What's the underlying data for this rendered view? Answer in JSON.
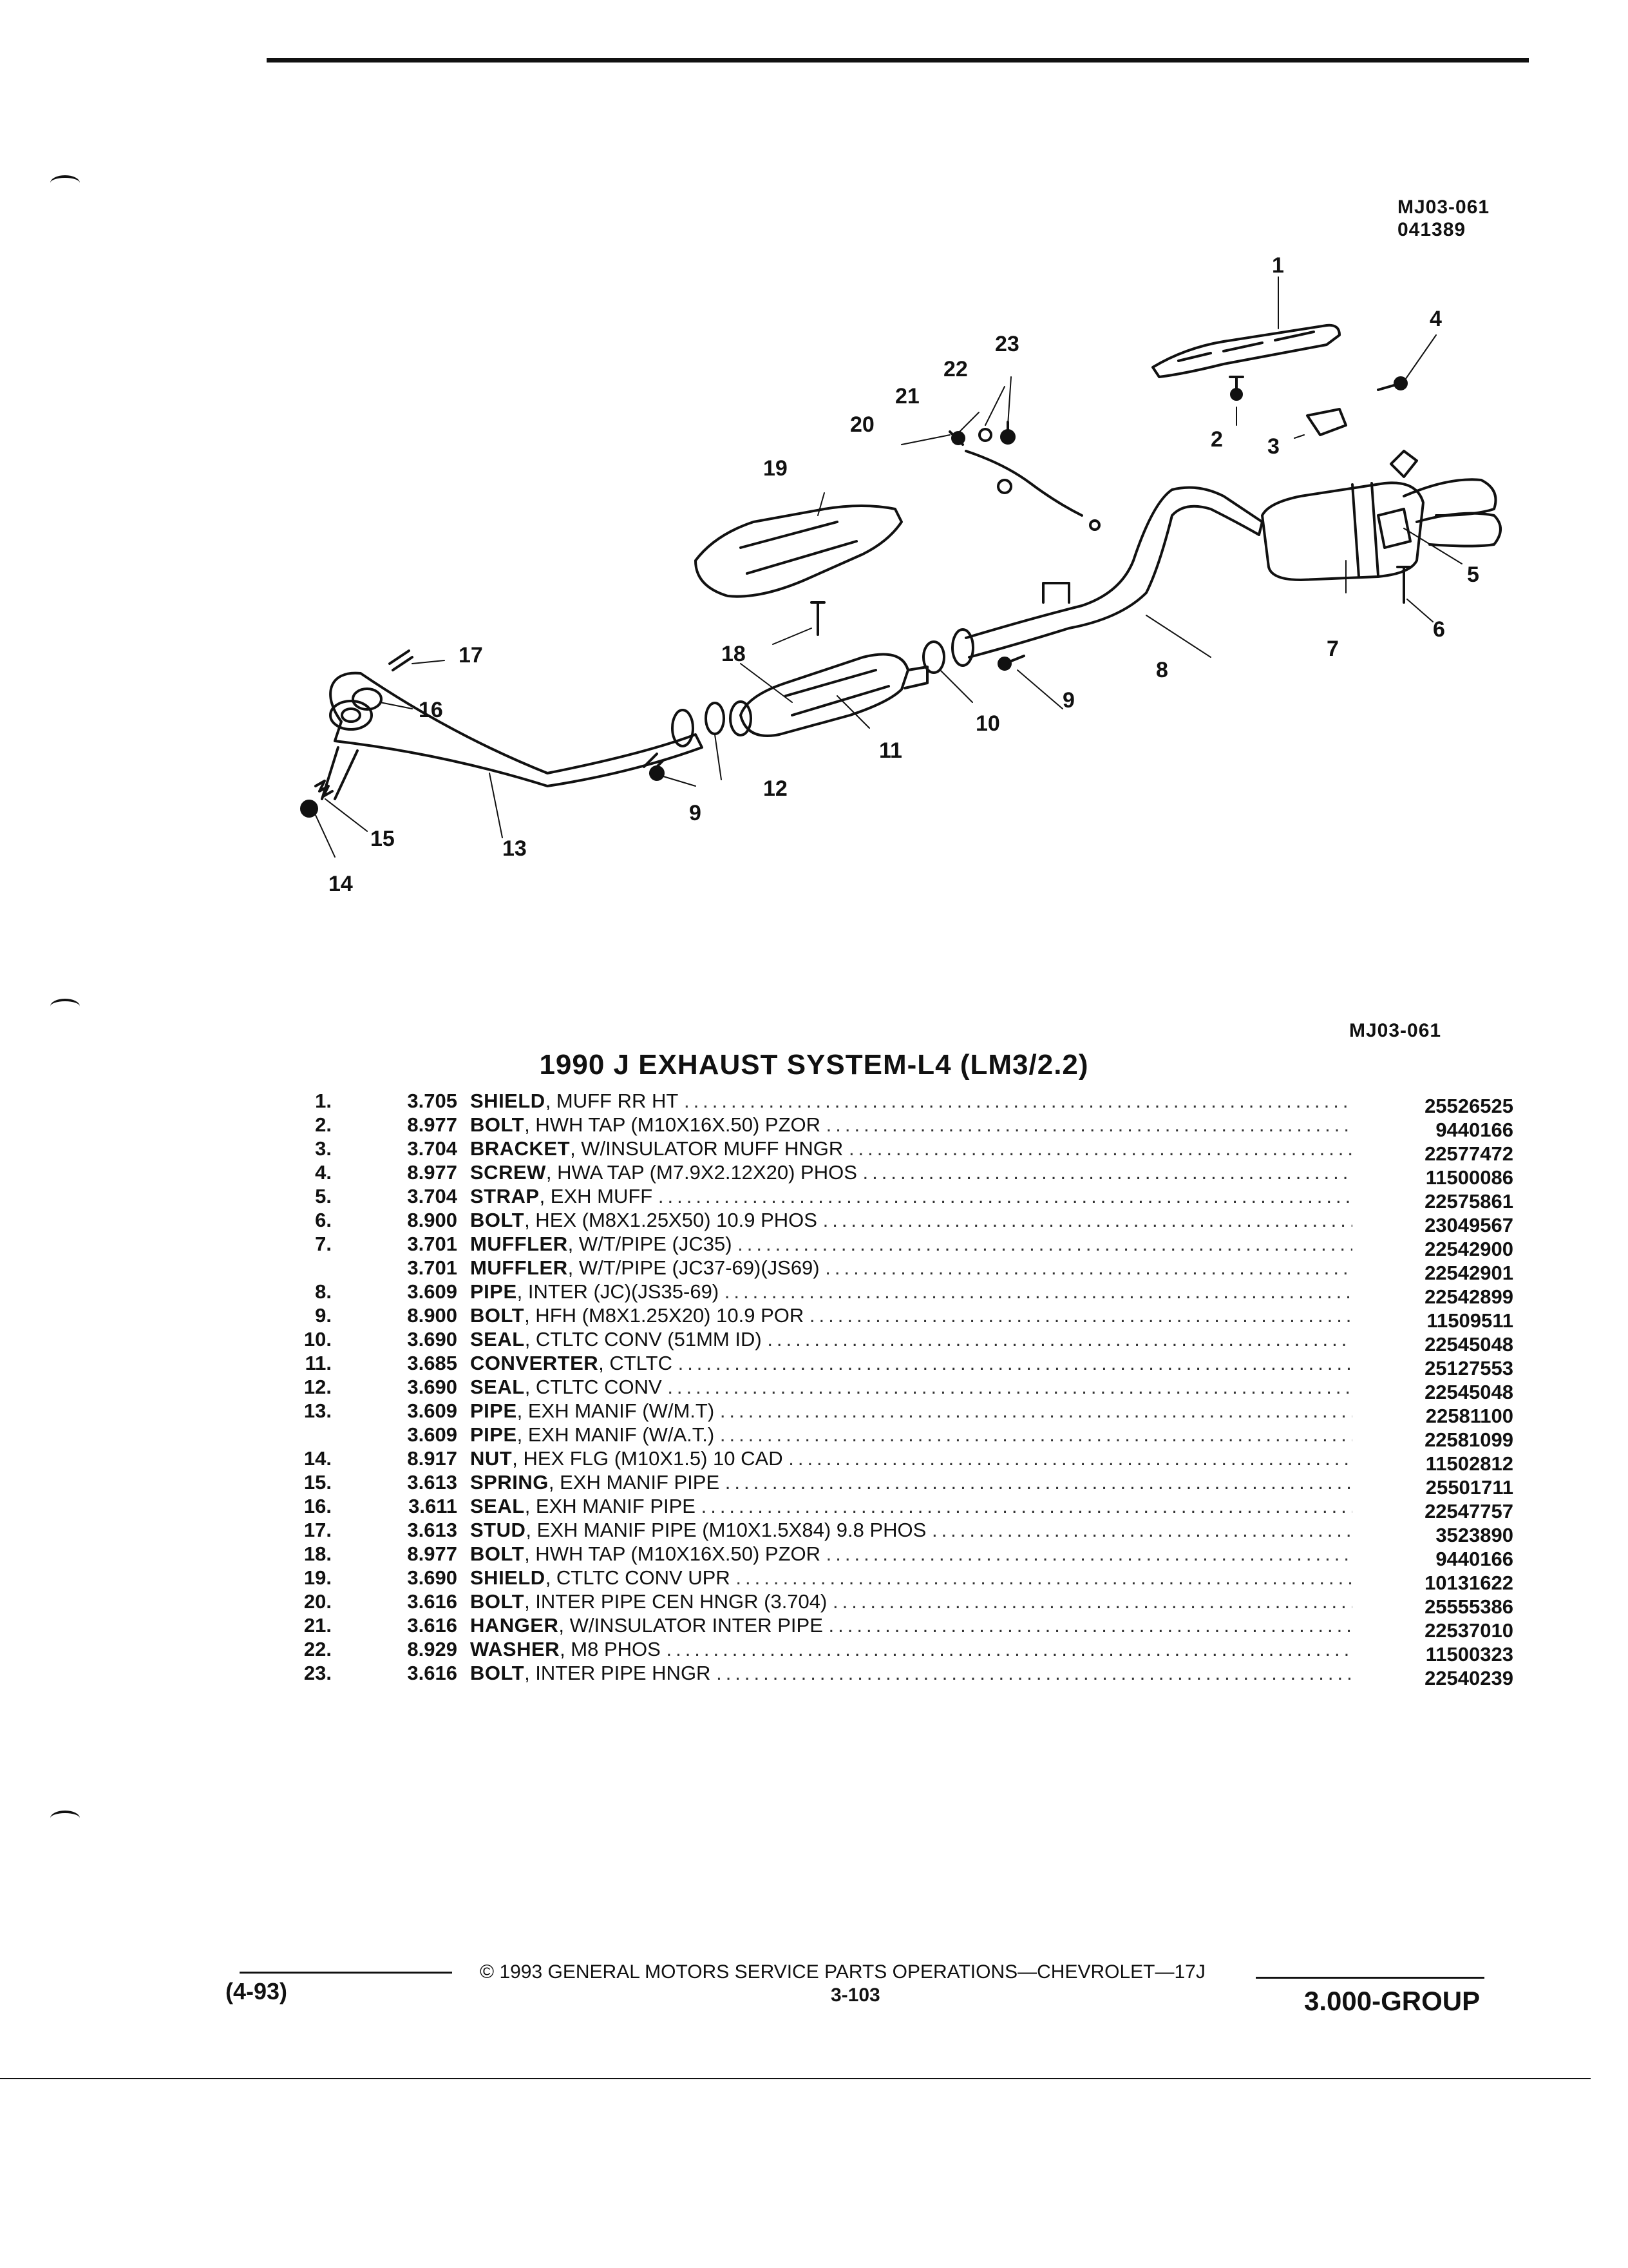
{
  "header": {
    "figure_id": "MJ03-061",
    "figure_date": "041389"
  },
  "diagram": {
    "callouts": [
      "1",
      "2",
      "3",
      "4",
      "5",
      "6",
      "7",
      "8",
      "9",
      "10",
      "11",
      "9",
      "12",
      "13",
      "14",
      "15",
      "16",
      "17",
      "18",
      "19",
      "20",
      "21",
      "22",
      "23"
    ]
  },
  "figure_label": "MJ03-061",
  "title": "1990 J EXHAUST SYSTEM-L4 (LM3/2.2)",
  "parts": [
    {
      "num": "1.",
      "code": "3.705",
      "name": "SHIELD",
      "desc": ", MUFF RR HT",
      "part": "25526525"
    },
    {
      "num": "2.",
      "code": "8.977",
      "name": "BOLT",
      "desc": ", HWH TAP (M10X16X.50) PZOR",
      "part": "9440166"
    },
    {
      "num": "3.",
      "code": "3.704",
      "name": "BRACKET",
      "desc": ", W/INSULATOR MUFF HNGR",
      "part": "22577472"
    },
    {
      "num": "4.",
      "code": "8.977",
      "name": "SCREW",
      "desc": ", HWA TAP (M7.9X2.12X20) PHOS",
      "part": "11500086"
    },
    {
      "num": "5.",
      "code": "3.704",
      "name": "STRAP",
      "desc": ", EXH MUFF",
      "part": "22575861"
    },
    {
      "num": "6.",
      "code": "8.900",
      "name": "BOLT",
      "desc": ", HEX (M8X1.25X50) 10.9 PHOS",
      "part": "23049567"
    },
    {
      "num": "7.",
      "code": "3.701",
      "name": "MUFFLER",
      "desc": ", W/T/PIPE (JC35)",
      "part": "22542900"
    },
    {
      "num": "",
      "code": "3.701",
      "name": "MUFFLER",
      "desc": ", W/T/PIPE (JC37-69)(JS69)",
      "part": "22542901"
    },
    {
      "num": "8.",
      "code": "3.609",
      "name": "PIPE",
      "desc": ", INTER (JC)(JS35-69)",
      "part": "22542899"
    },
    {
      "num": "9.",
      "code": "8.900",
      "name": "BOLT",
      "desc": ", HFH (M8X1.25X20) 10.9 POR",
      "part": "11509511"
    },
    {
      "num": "10.",
      "code": "3.690",
      "name": "SEAL",
      "desc": ", CTLTC CONV (51MM ID)",
      "part": "22545048"
    },
    {
      "num": "11.",
      "code": "3.685",
      "name": "CONVERTER",
      "desc": ", CTLTC",
      "part": "25127553"
    },
    {
      "num": "12.",
      "code": "3.690",
      "name": "SEAL",
      "desc": ", CTLTC CONV",
      "part": "22545048"
    },
    {
      "num": "13.",
      "code": "3.609",
      "name": "PIPE",
      "desc": ", EXH MANIF (W/M.T)",
      "part": "22581100"
    },
    {
      "num": "",
      "code": "3.609",
      "name": "PIPE",
      "desc": ", EXH MANIF (W/A.T.)",
      "part": "22581099"
    },
    {
      "num": "14.",
      "code": "8.917",
      "name": "NUT",
      "desc": ", HEX FLG (M10X1.5) 10 CAD",
      "part": "11502812"
    },
    {
      "num": "15.",
      "code": "3.613",
      "name": "SPRING",
      "desc": ", EXH MANIF PIPE",
      "part": "25501711"
    },
    {
      "num": "16.",
      "code": "3.611",
      "name": "SEAL",
      "desc": ", EXH MANIF PIPE",
      "part": "22547757"
    },
    {
      "num": "17.",
      "code": "3.613",
      "name": "STUD",
      "desc": ", EXH MANIF PIPE (M10X1.5X84) 9.8 PHOS",
      "part": "3523890"
    },
    {
      "num": "18.",
      "code": "8.977",
      "name": "BOLT",
      "desc": ", HWH TAP (M10X16X.50) PZOR",
      "part": "9440166"
    },
    {
      "num": "19.",
      "code": "3.690",
      "name": "SHIELD",
      "desc": ", CTLTC CONV UPR",
      "part": "10131622"
    },
    {
      "num": "20.",
      "code": "3.616",
      "name": "BOLT",
      "desc": ", INTER PIPE CEN HNGR (3.704)",
      "part": "25555386"
    },
    {
      "num": "21.",
      "code": "3.616",
      "name": "HANGER",
      "desc": ", W/INSULATOR INTER PIPE",
      "part": "22537010"
    },
    {
      "num": "22.",
      "code": "8.929",
      "name": "WASHER",
      "desc": ", M8 PHOS",
      "part": "11500323"
    },
    {
      "num": "23.",
      "code": "3.616",
      "name": "BOLT",
      "desc": ", INTER PIPE HNGR",
      "part": "22540239"
    }
  ],
  "footer": {
    "date": "(4-93)",
    "copyright": "© 1993 GENERAL MOTORS SERVICE PARTS OPERATIONS—CHEVROLET—17J",
    "page": "3-103",
    "group": "3.000-GROUP"
  }
}
